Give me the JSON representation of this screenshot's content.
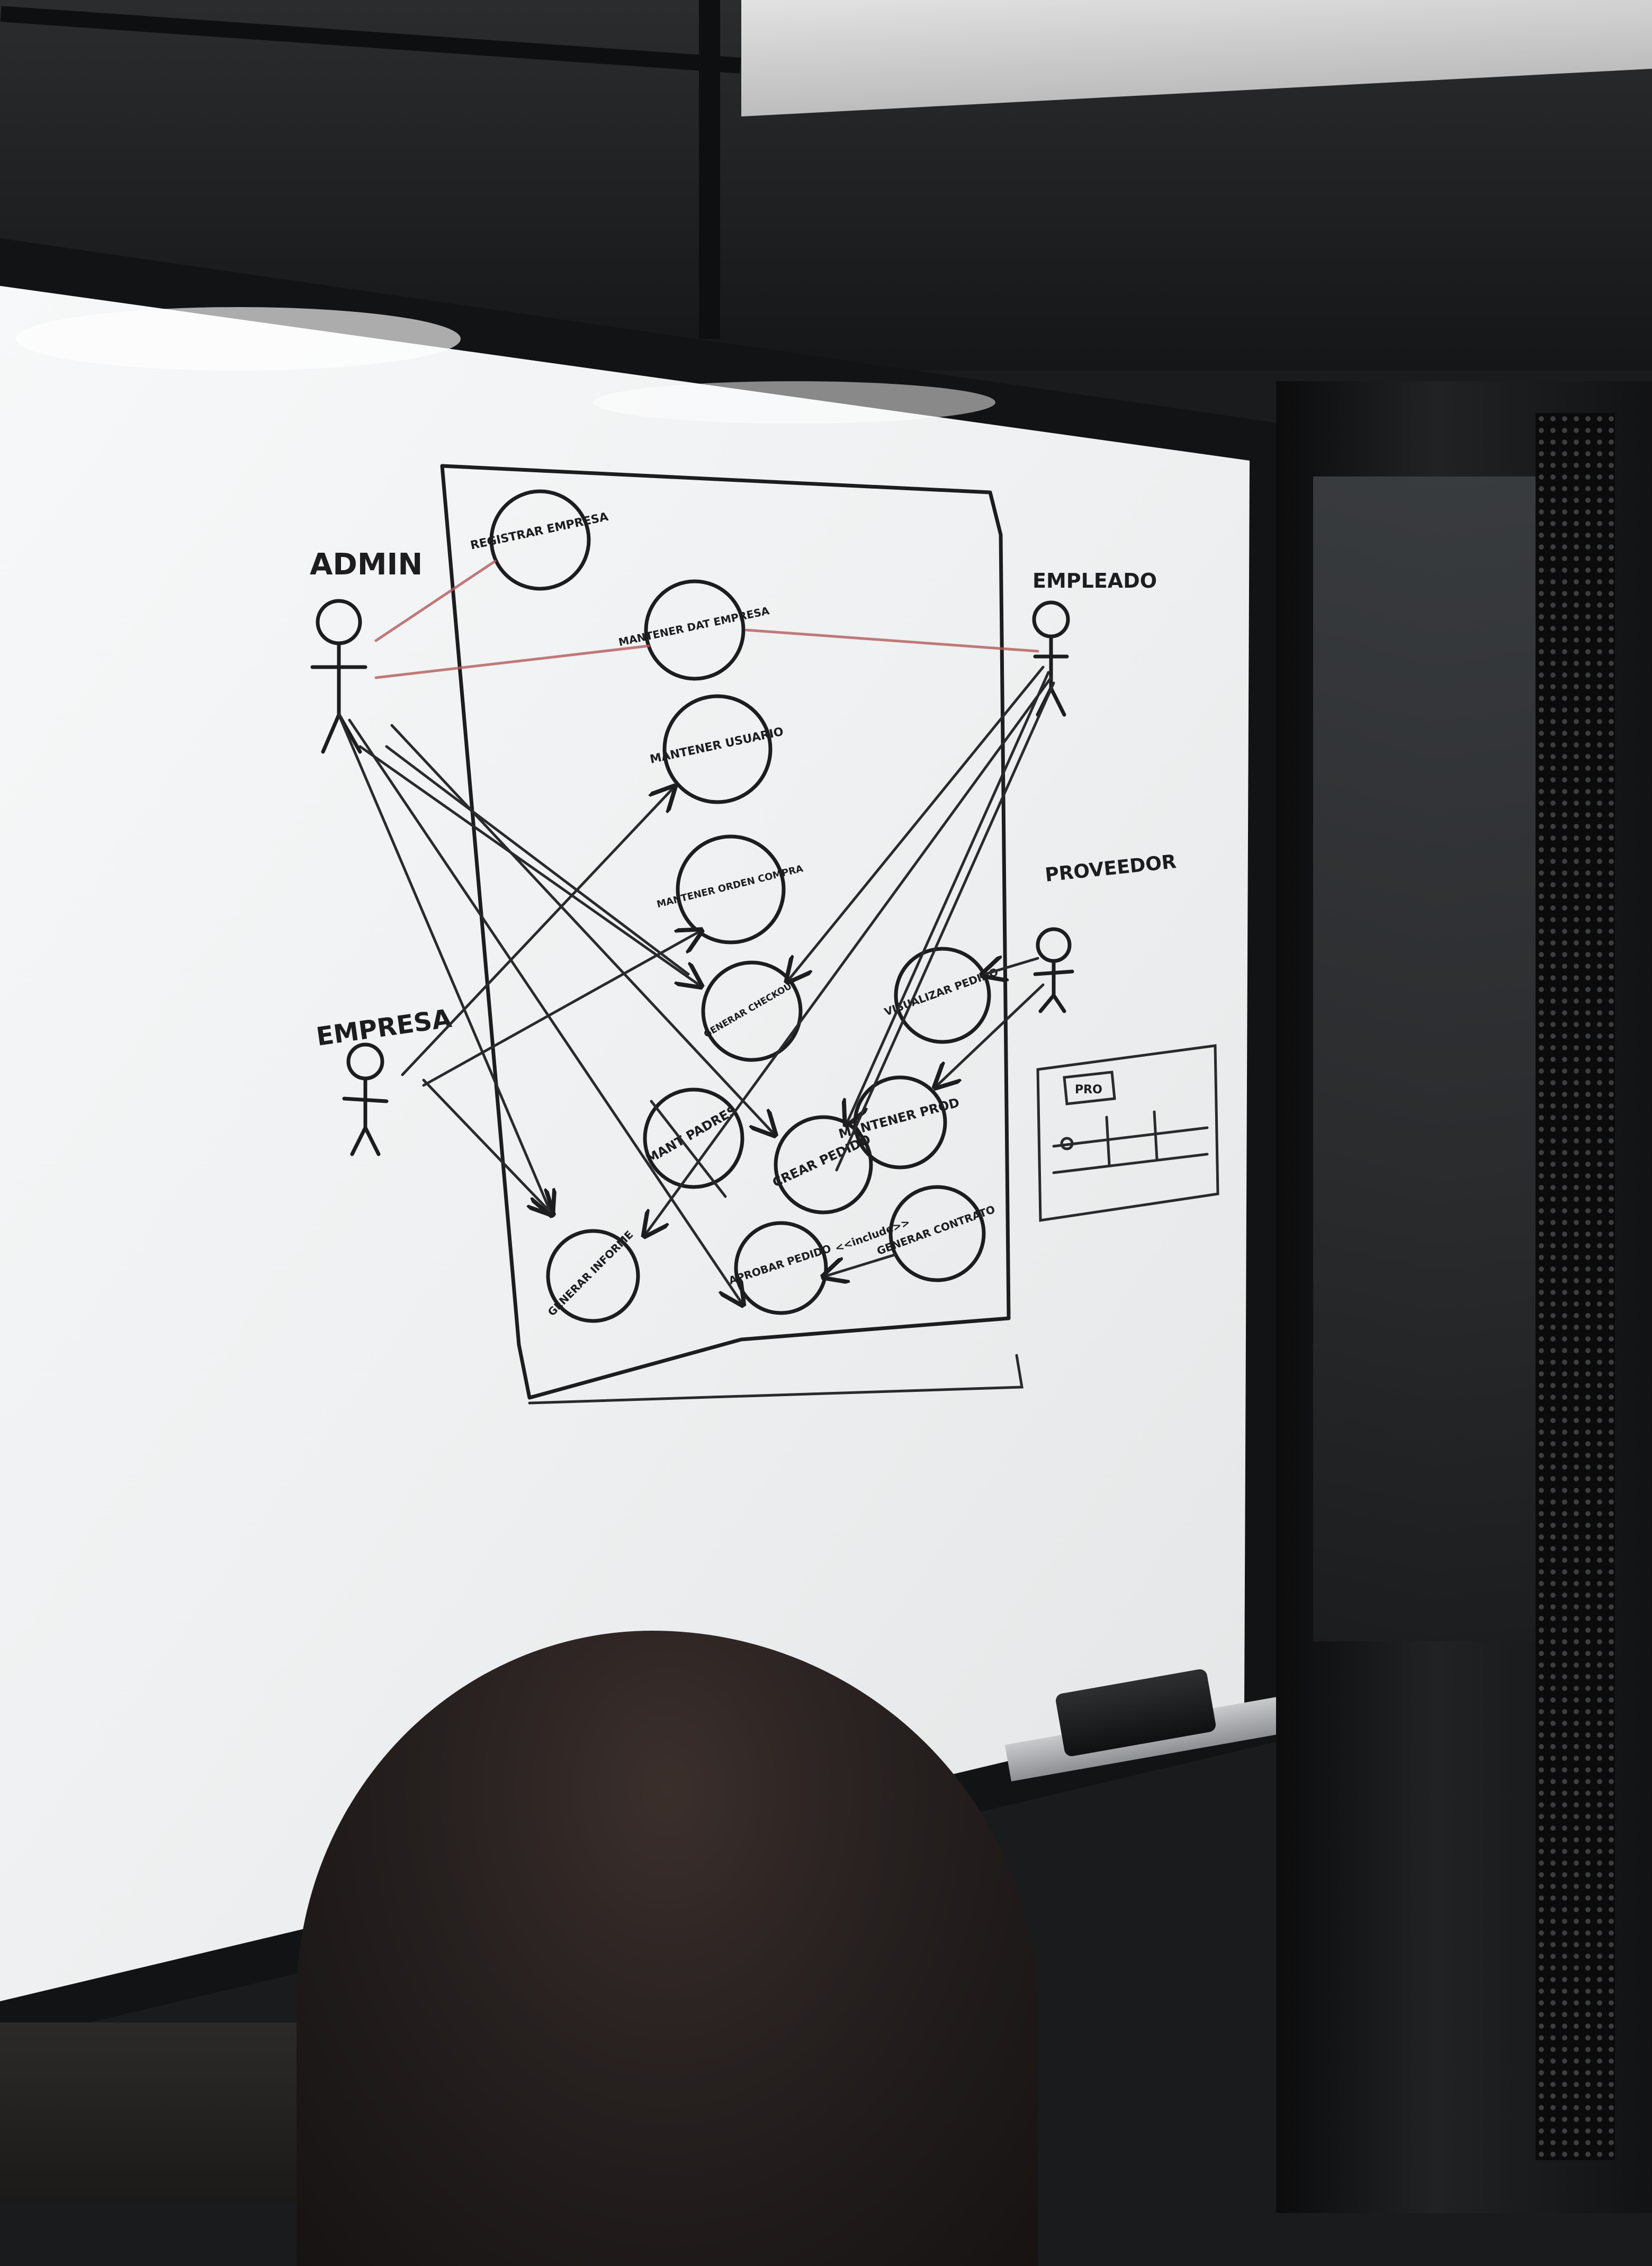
{
  "actors": {
    "admin": "ADMIN",
    "empresa": "EMPRESA",
    "empleado": "EMPLEADO",
    "proveedor": "PROVEEDOR"
  },
  "use_cases": [
    "REGISTRAR EMPRESA",
    "MANTENER DAT EMPRESA",
    "MANTENER USUARIO",
    "MANTENER ORDEN COMPRA",
    "GENERAR CHECKOUT",
    "MANT PADRES",
    "CREAR PEDIDO",
    "MANTENER PROD",
    "VISUALIZAR PEDIDO",
    "GENERAR INFORME",
    "APROBAR PEDIDO",
    "GENERAR CONTRATO"
  ],
  "relations": {
    "include": "<<include>>"
  },
  "sketch_label": "PRO",
  "colors": {
    "whiteboard": "#eef0f1",
    "ink": "#1d1d1f",
    "red_ink": "#b45a5a"
  }
}
